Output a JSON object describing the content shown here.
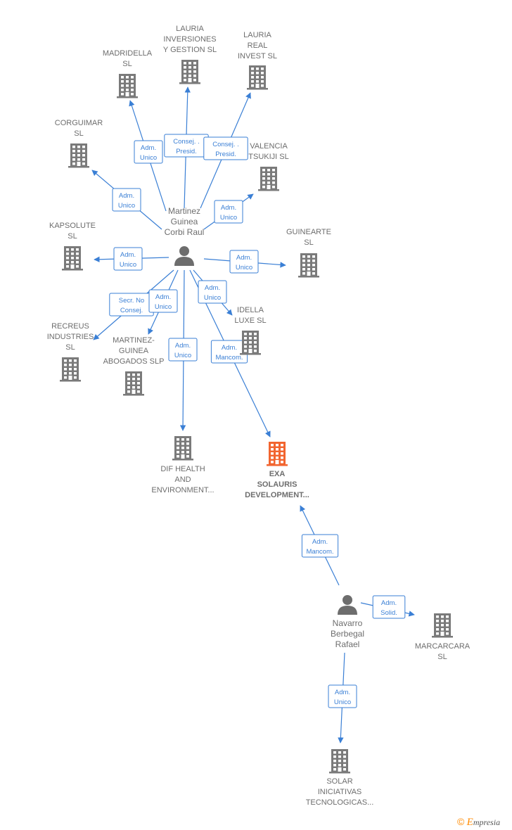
{
  "colors": {
    "edge": "#3a7fd5",
    "building": "#7a7a7a",
    "building_focus": "#f26530",
    "person": "#6d6d6d",
    "text": "#6d6d6d"
  },
  "people": [
    {
      "id": "martinez",
      "icon": "person-icon",
      "lines": [
        "Martinez",
        "Guinea",
        "Corbi Raul"
      ]
    },
    {
      "id": "navarro",
      "icon": "person-icon",
      "lines": [
        "Navarro",
        "Berbegal",
        "Rafael"
      ]
    }
  ],
  "companies": [
    {
      "id": "lauria_inversiones",
      "icon": "building-icon",
      "lines": [
        "LAURIA",
        "INVERSIONES",
        "Y GESTION  SL"
      ]
    },
    {
      "id": "madridella",
      "icon": "building-icon",
      "lines": [
        "MADRIDELLA",
        "SL"
      ]
    },
    {
      "id": "lauria_real",
      "icon": "building-icon",
      "lines": [
        "LAURIA",
        "REAL",
        "INVEST  SL"
      ]
    },
    {
      "id": "corguimar",
      "icon": "building-icon",
      "lines": [
        "CORGUIMAR",
        "SL"
      ]
    },
    {
      "id": "valencia_tsukiji",
      "icon": "building-icon",
      "lines": [
        "VALENCIA",
        "TSUKIJI  SL"
      ]
    },
    {
      "id": "kapsolute",
      "icon": "building-icon",
      "lines": [
        "KAPSOLUTE",
        "SL"
      ]
    },
    {
      "id": "guinearte",
      "icon": "building-icon",
      "lines": [
        "GUINEARTE",
        "SL"
      ]
    },
    {
      "id": "idella_luxe",
      "icon": "building-icon",
      "lines": [
        "IDELLA",
        "LUXE  SL"
      ]
    },
    {
      "id": "recreus",
      "icon": "building-icon",
      "lines": [
        "RECREUS",
        "INDUSTRIES",
        "SL"
      ]
    },
    {
      "id": "martinez_guinea_abogados",
      "icon": "building-icon",
      "lines": [
        "MARTINEZ-",
        "GUINEA",
        "ABOGADOS  SLP"
      ]
    },
    {
      "id": "dif_health",
      "icon": "building-icon",
      "lines": [
        "DIF HEALTH",
        "AND",
        "ENVIRONMENT..."
      ]
    },
    {
      "id": "exa_solauris",
      "icon": "building-icon",
      "focus": true,
      "lines": [
        "EXA",
        "SOLAURIS",
        "DEVELOPMENT..."
      ]
    },
    {
      "id": "marcarcara",
      "icon": "building-icon",
      "lines": [
        "MARCARCARA",
        "SL"
      ]
    },
    {
      "id": "solar_iniciativas",
      "icon": "building-icon",
      "lines": [
        "SOLAR",
        "INICIATIVAS",
        "TECNOLOGICAS..."
      ]
    }
  ],
  "relations": [
    {
      "from": "martinez",
      "to": "madridella",
      "label": [
        "Adm.",
        "Unico"
      ]
    },
    {
      "from": "martinez",
      "to": "lauria_inversiones",
      "label": [
        "Consej. .",
        "Presid."
      ]
    },
    {
      "from": "martinez",
      "to": "lauria_real",
      "label": [
        "Consej. .",
        "Presid."
      ]
    },
    {
      "from": "martinez",
      "to": "corguimar",
      "label": [
        "Adm.",
        "Unico"
      ]
    },
    {
      "from": "martinez",
      "to": "valencia_tsukiji",
      "label": [
        "Adm.",
        "Unico"
      ]
    },
    {
      "from": "martinez",
      "to": "kapsolute",
      "label": [
        "Adm.",
        "Unico"
      ]
    },
    {
      "from": "martinez",
      "to": "guinearte",
      "label": [
        "Adm.",
        "Unico"
      ]
    },
    {
      "from": "martinez",
      "to": "idella_luxe",
      "label": [
        "Adm.",
        "Unico"
      ]
    },
    {
      "from": "martinez",
      "to": "recreus",
      "label": [
        "Secr.  No",
        "Consej."
      ]
    },
    {
      "from": "martinez",
      "to": "martinez_guinea_abogados",
      "label": [
        "Adm.",
        "Unico"
      ]
    },
    {
      "from": "martinez",
      "to": "dif_health",
      "label": [
        "Adm.",
        "Unico"
      ]
    },
    {
      "from": "martinez",
      "to": "exa_solauris",
      "label": [
        "Adm.",
        "Mancom."
      ]
    },
    {
      "from": "navarro",
      "to": "exa_solauris",
      "label": [
        "Adm.",
        "Mancom."
      ]
    },
    {
      "from": "navarro",
      "to": "marcarcara",
      "label": [
        "Adm.",
        "Solid."
      ]
    },
    {
      "from": "navarro",
      "to": "solar_iniciativas",
      "label": [
        "Adm.",
        "Unico"
      ]
    }
  ],
  "brand": {
    "copyright": "©",
    "initial": "E",
    "rest": "mpresia"
  }
}
